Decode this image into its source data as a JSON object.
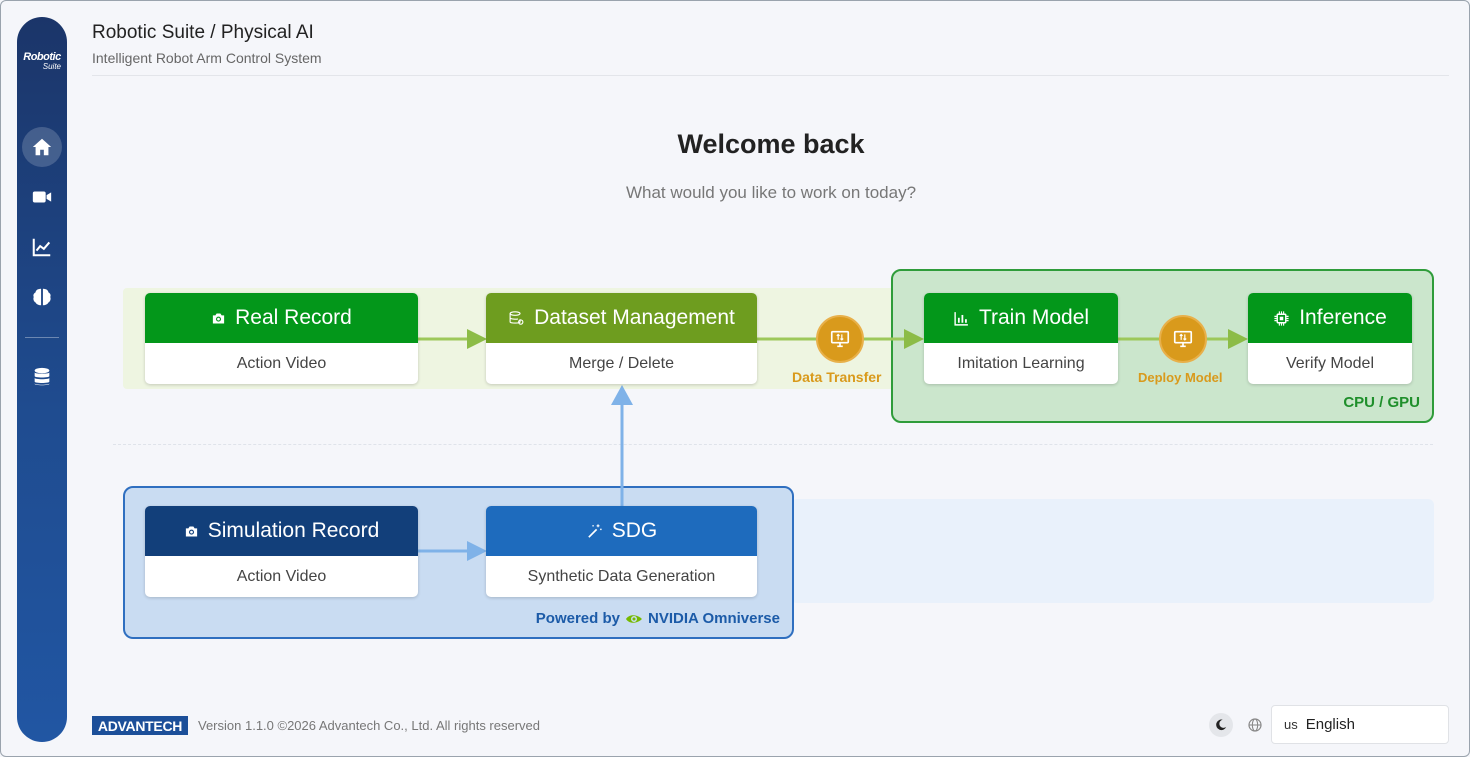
{
  "header": {
    "title": "Robotic Suite / Physical AI",
    "subtitle": "Intelligent Robot Arm Control System"
  },
  "sidebar": {
    "logo_line1": "Robotic",
    "logo_line2": "Suite",
    "items": [
      {
        "icon": "home-icon",
        "active": true
      },
      {
        "icon": "video-camera-icon",
        "active": false
      },
      {
        "icon": "line-chart-icon",
        "active": false
      },
      {
        "icon": "brain-icon",
        "active": false
      },
      {
        "icon": "database-icon",
        "active": false
      }
    ]
  },
  "welcome": {
    "title": "Welcome back",
    "subtitle": "What would you like to work on today?"
  },
  "workflow": {
    "real_record": {
      "title": "Real Record",
      "desc": "Action Video"
    },
    "dataset_management": {
      "title": "Dataset Management",
      "desc": "Merge / Delete"
    },
    "train_model": {
      "title": "Train Model",
      "desc": "Imitation Learning"
    },
    "inference": {
      "title": "Inference",
      "desc": "Verify Model"
    },
    "simulation_record": {
      "title": "Simulation Record",
      "desc": "Action Video"
    },
    "sdg": {
      "title": "SDG",
      "desc": "Synthetic Data Generation"
    },
    "data_transfer_label": "Data Transfer",
    "deploy_model_label": "Deploy Model",
    "cpu_gpu_label": "CPU / GPU",
    "powered_by_label": "Powered by",
    "omniverse_label": "NVIDIA Omniverse"
  },
  "footer": {
    "brand": "ADVANTECH",
    "version": "Version 1.1.0 ©2026 Advantech Co., Ltd. All rights reserved",
    "language_code": "us",
    "language": "English"
  },
  "colors": {
    "green": "#03971a",
    "olive": "#6e9d1f",
    "navy": "#123f7a",
    "blue": "#1e6bbd",
    "orange": "#d99a1c"
  }
}
